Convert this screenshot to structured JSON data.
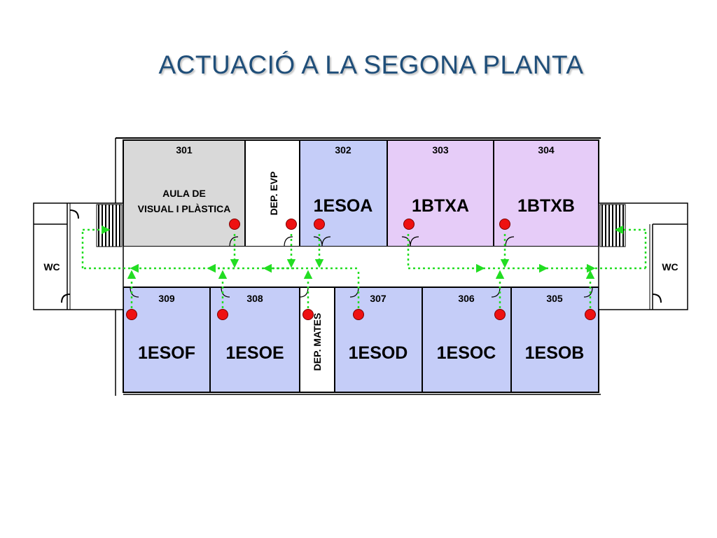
{
  "title": "ACTUACIÓ A LA SEGONA PLANTA",
  "rooms": {
    "r301": {
      "number": "301",
      "name_line1": "AULA DE",
      "name_line2": "VISUAL I PLÀSTICA"
    },
    "evp": {
      "name": "DEP. EVP"
    },
    "r302": {
      "number": "302",
      "code": "1ESOA"
    },
    "r303": {
      "number": "303",
      "code": "1BTXA"
    },
    "r304": {
      "number": "304",
      "code": "1BTXB"
    },
    "r309": {
      "number": "309",
      "code": "1ESOF"
    },
    "r308": {
      "number": "308",
      "code": "1ESOE"
    },
    "mates": {
      "name": "DEP. MATES"
    },
    "r307": {
      "number": "307",
      "code": "1ESOD"
    },
    "r306": {
      "number": "306",
      "code": "1ESOC"
    },
    "r305": {
      "number": "305",
      "code": "1ESOB"
    },
    "wc_left": {
      "name": "WC"
    },
    "wc_right": {
      "name": "WC"
    }
  },
  "colors": {
    "title": "#1f4e79",
    "room_gray": "#d9d9d9",
    "room_blue": "#c5cdf8",
    "room_purple": "#e6ccf8",
    "marker_red": "#ee1111",
    "arrow_green": "#22dd22"
  },
  "icons": [
    "stairs-icon",
    "door-icon",
    "red-marker-icon",
    "green-arrow-icon"
  ]
}
